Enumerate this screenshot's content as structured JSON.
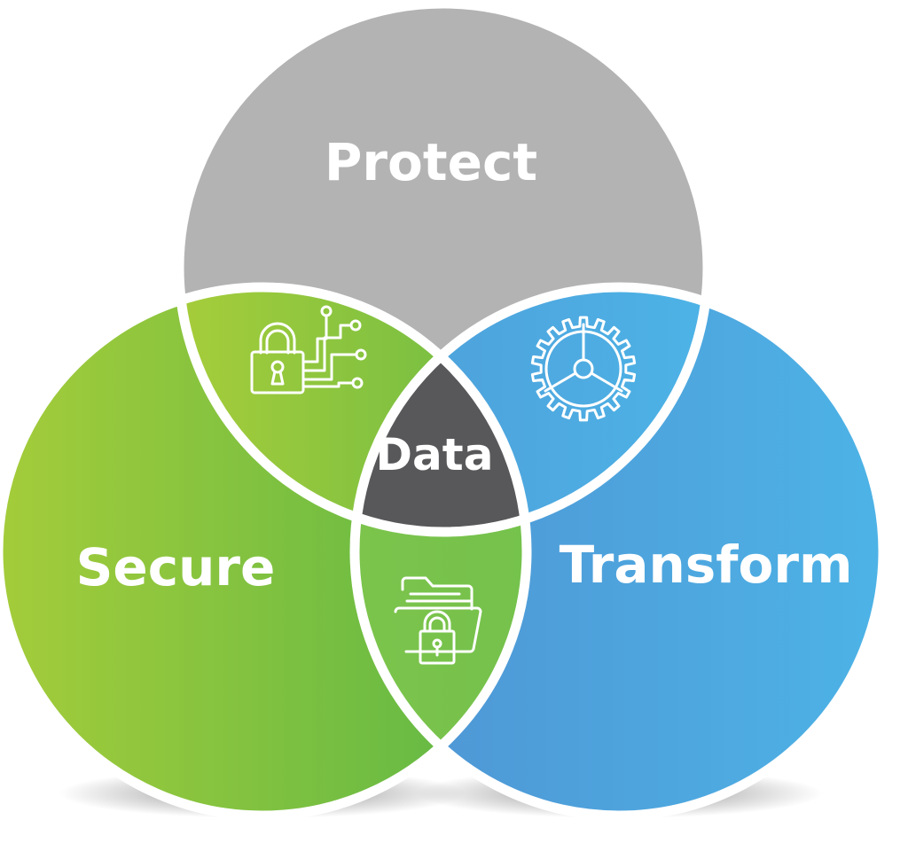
{
  "diagram": {
    "circles": [
      {
        "id": "protect",
        "label": "Protect"
      },
      {
        "id": "secure",
        "label": "Secure"
      },
      {
        "id": "transform",
        "label": "Transform"
      }
    ],
    "center": {
      "label": "Data"
    },
    "icons": [
      {
        "region": "protect-secure",
        "name": "circuit-lock-icon"
      },
      {
        "region": "protect-transform",
        "name": "gear-icon"
      },
      {
        "region": "secure-transform",
        "name": "folder-lock-icon"
      }
    ]
  },
  "colors": {
    "protect_fill": "#b3b3b3",
    "secure_light": "#a4cc3a",
    "secure_dark": "#5cb746",
    "transform_light": "#4f93d3",
    "transform_dark": "#4db3e6",
    "protect_secure_light": "#a6cd3a",
    "protect_secure_dark": "#4fb24a",
    "center_fill": "#58585a",
    "outline": "#ffffff"
  }
}
